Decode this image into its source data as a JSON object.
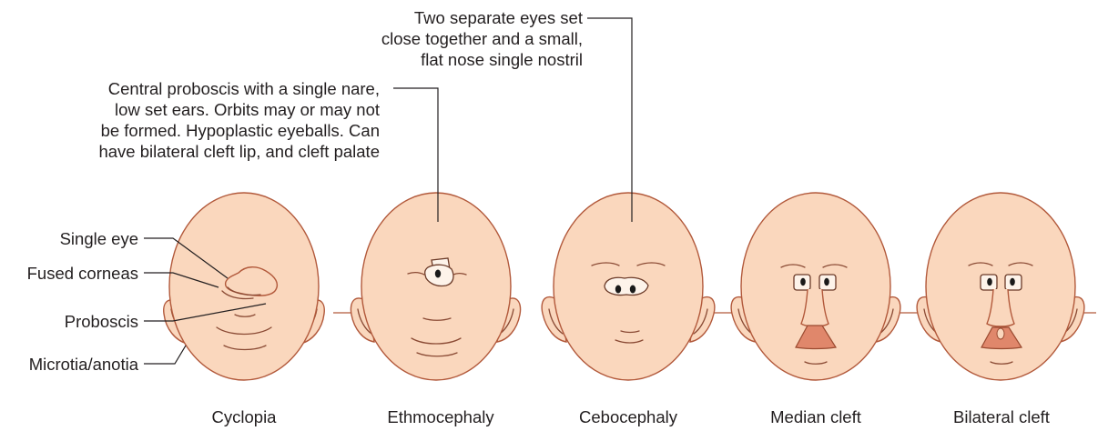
{
  "colors": {
    "skin": "#fad7bd",
    "outline": "#b2593b",
    "feature_line": "#8a4a34",
    "nose_fill": "#e0876b",
    "eye_white": "#fdf3ea",
    "pupil": "#1a1a1a",
    "leader": "#231f20"
  },
  "annotations": {
    "top_right": "Two separate eyes set\nclose together and a small,\nflat nose single nostril",
    "top_left": "Central proboscis with a single nare,\nlow set ears. Orbits may or may not\nbe formed. Hypoplastic eyeballs. Can\nhave bilateral cleft lip, and cleft palate"
  },
  "side_labels": [
    {
      "id": "single-eye",
      "text": "Single eye"
    },
    {
      "id": "fused-corneas",
      "text": "Fused corneas"
    },
    {
      "id": "proboscis",
      "text": "Proboscis"
    },
    {
      "id": "microtia-anotia",
      "text": "Microtia/anotia"
    }
  ],
  "faces": [
    {
      "id": "cyclopia",
      "caption": "Cyclopia"
    },
    {
      "id": "ethmocephaly",
      "caption": "Ethmocephaly"
    },
    {
      "id": "cebocephaly",
      "caption": "Cebocephaly"
    },
    {
      "id": "median-cleft",
      "caption": "Median cleft"
    },
    {
      "id": "bilateral-cleft",
      "caption": "Bilateral cleft"
    }
  ]
}
